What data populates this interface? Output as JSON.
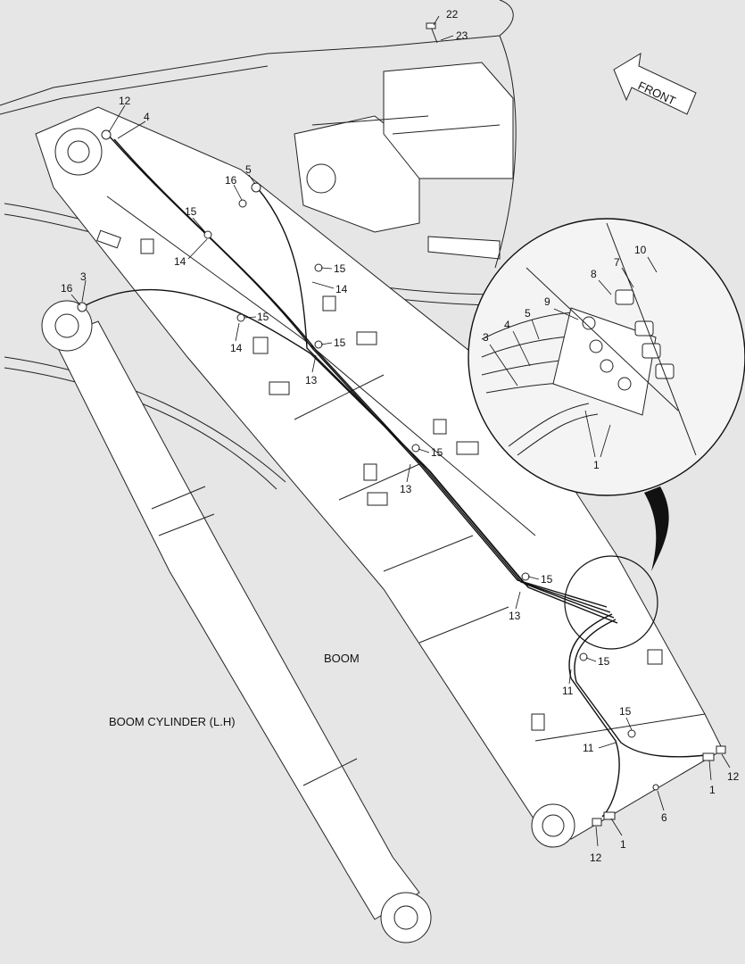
{
  "title": "",
  "labels": {
    "front": "FRONT",
    "boom": "BOOM",
    "boom_cylinder": "BOOM CYLINDER (L.H)"
  },
  "callouts": [
    {
      "id": "c22",
      "text": "22"
    },
    {
      "id": "c23",
      "text": "23"
    },
    {
      "id": "c12a",
      "text": "12"
    },
    {
      "id": "c4a",
      "text": "4"
    },
    {
      "id": "c5a",
      "text": "5"
    },
    {
      "id": "c16a",
      "text": "16"
    },
    {
      "id": "c15a",
      "text": "15"
    },
    {
      "id": "c14a",
      "text": "14"
    },
    {
      "id": "c15b",
      "text": "15"
    },
    {
      "id": "c14b",
      "text": "14"
    },
    {
      "id": "c3a",
      "text": "3"
    },
    {
      "id": "c16b",
      "text": "16"
    },
    {
      "id": "c15c",
      "text": "15"
    },
    {
      "id": "c14c",
      "text": "14"
    },
    {
      "id": "c15d",
      "text": "15"
    },
    {
      "id": "c13a",
      "text": "13"
    },
    {
      "id": "c15e",
      "text": "15"
    },
    {
      "id": "c13b",
      "text": "13"
    },
    {
      "id": "c15f",
      "text": "15"
    },
    {
      "id": "c13c",
      "text": "13"
    },
    {
      "id": "c15g",
      "text": "15"
    },
    {
      "id": "c11a",
      "text": "11"
    },
    {
      "id": "c15h",
      "text": "15"
    },
    {
      "id": "c11b",
      "text": "11"
    },
    {
      "id": "c12b",
      "text": "12"
    },
    {
      "id": "c1a",
      "text": "1"
    },
    {
      "id": "c6",
      "text": "6"
    },
    {
      "id": "c1b",
      "text": "1"
    },
    {
      "id": "c12c",
      "text": "12"
    },
    {
      "id": "d10",
      "text": "10"
    },
    {
      "id": "d8",
      "text": "8"
    },
    {
      "id": "d7",
      "text": "7"
    },
    {
      "id": "d9",
      "text": "9"
    },
    {
      "id": "d5",
      "text": "5"
    },
    {
      "id": "d4",
      "text": "4"
    },
    {
      "id": "d3",
      "text": "3"
    },
    {
      "id": "d1",
      "text": "1"
    }
  ]
}
